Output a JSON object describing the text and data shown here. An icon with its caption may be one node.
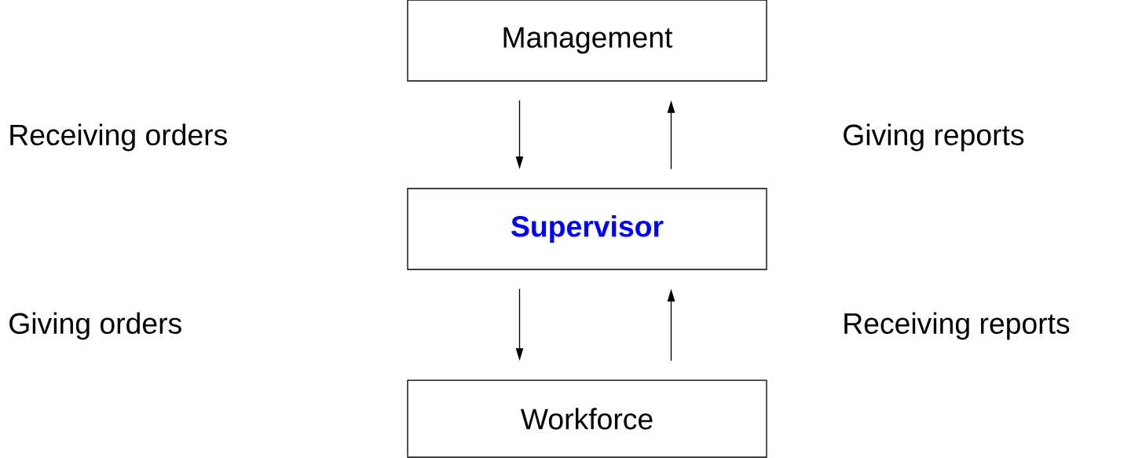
{
  "diagram": {
    "nodes": [
      {
        "text": [
          "Management"
        ]
      },
      {
        "text": [
          "Supervisor"
        ]
      },
      {
        "text": [
          "Workforce"
        ]
      }
    ],
    "edges": [
      {
        "from": 0,
        "to": 1,
        "arrow": "to"
      },
      {
        "from": 1,
        "to": 0,
        "arrow": "to"
      },
      {
        "from": 1,
        "to": 2,
        "arrow": "to"
      },
      {
        "from": 2,
        "to": 1,
        "arrow": "to"
      }
    ],
    "labels": [
      "Receiving orders",
      "Giving reports",
      "Giving orders",
      "Receiving reports"
    ]
  }
}
